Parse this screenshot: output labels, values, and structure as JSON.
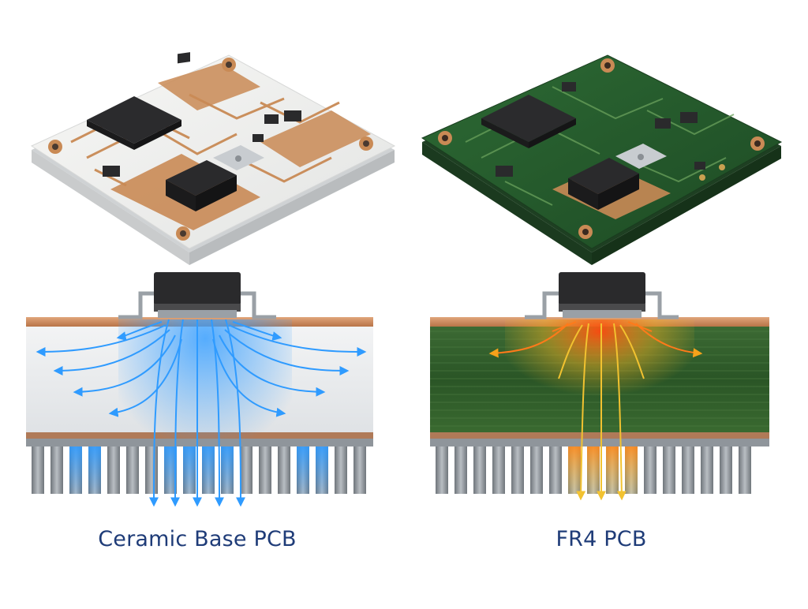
{
  "labels": {
    "ceramic": "Ceramic Base PCB",
    "fr4": "FR4 PCB"
  },
  "colors": {
    "label_text": "#1f3c78",
    "ceramic_substrate": "#eef0f2",
    "fr4_substrate": "#2f5e2c",
    "copper": "#c98a55",
    "ceramic_heat_flow": "#2f9bff",
    "fr4_heat_flow_hot": "#ff5a1a",
    "fr4_heat_flow_warm": "#f2c230",
    "component": "#2a2a2a",
    "heatsink": "#8f959b"
  },
  "icons": {
    "ceramic_board": "ceramic-pcb-board-illustration",
    "fr4_board": "fr4-pcb-board-illustration",
    "ceramic_section": "ceramic-cross-section-heat-flow",
    "fr4_section": "fr4-cross-section-heat-flow"
  }
}
